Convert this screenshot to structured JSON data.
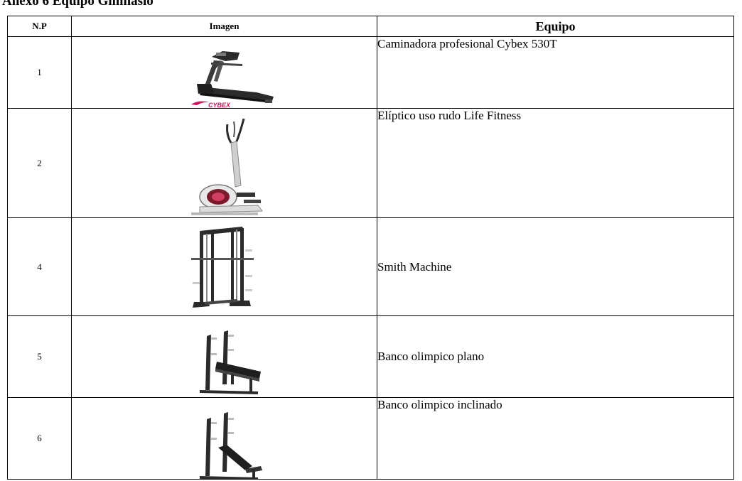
{
  "document": {
    "title": "Anexo 6 Equipo Gimnasio"
  },
  "table": {
    "headers": {
      "np": "N.P",
      "image": "Imagen",
      "equipment": "Equipo"
    },
    "rows": [
      {
        "np": "1",
        "equipment": "Caminadora profesional Cybex 530T",
        "image_icon": "treadmill-icon",
        "brand_mark": "CYBEX"
      },
      {
        "np": "2",
        "equipment": "Elíptico uso rudo Life Fitness",
        "image_icon": "elliptical-icon"
      },
      {
        "np": "4",
        "equipment": "Smith Machine",
        "image_icon": "smith-machine-icon"
      },
      {
        "np": "5",
        "equipment": "Banco olimpico plano",
        "image_icon": "flat-bench-icon"
      },
      {
        "np": "6",
        "equipment": "Banco olimpico inclinado",
        "image_icon": "incline-bench-icon"
      }
    ]
  },
  "colors": {
    "brand_red": "#d4145a",
    "equipment_dark": "#2b2b2b"
  }
}
